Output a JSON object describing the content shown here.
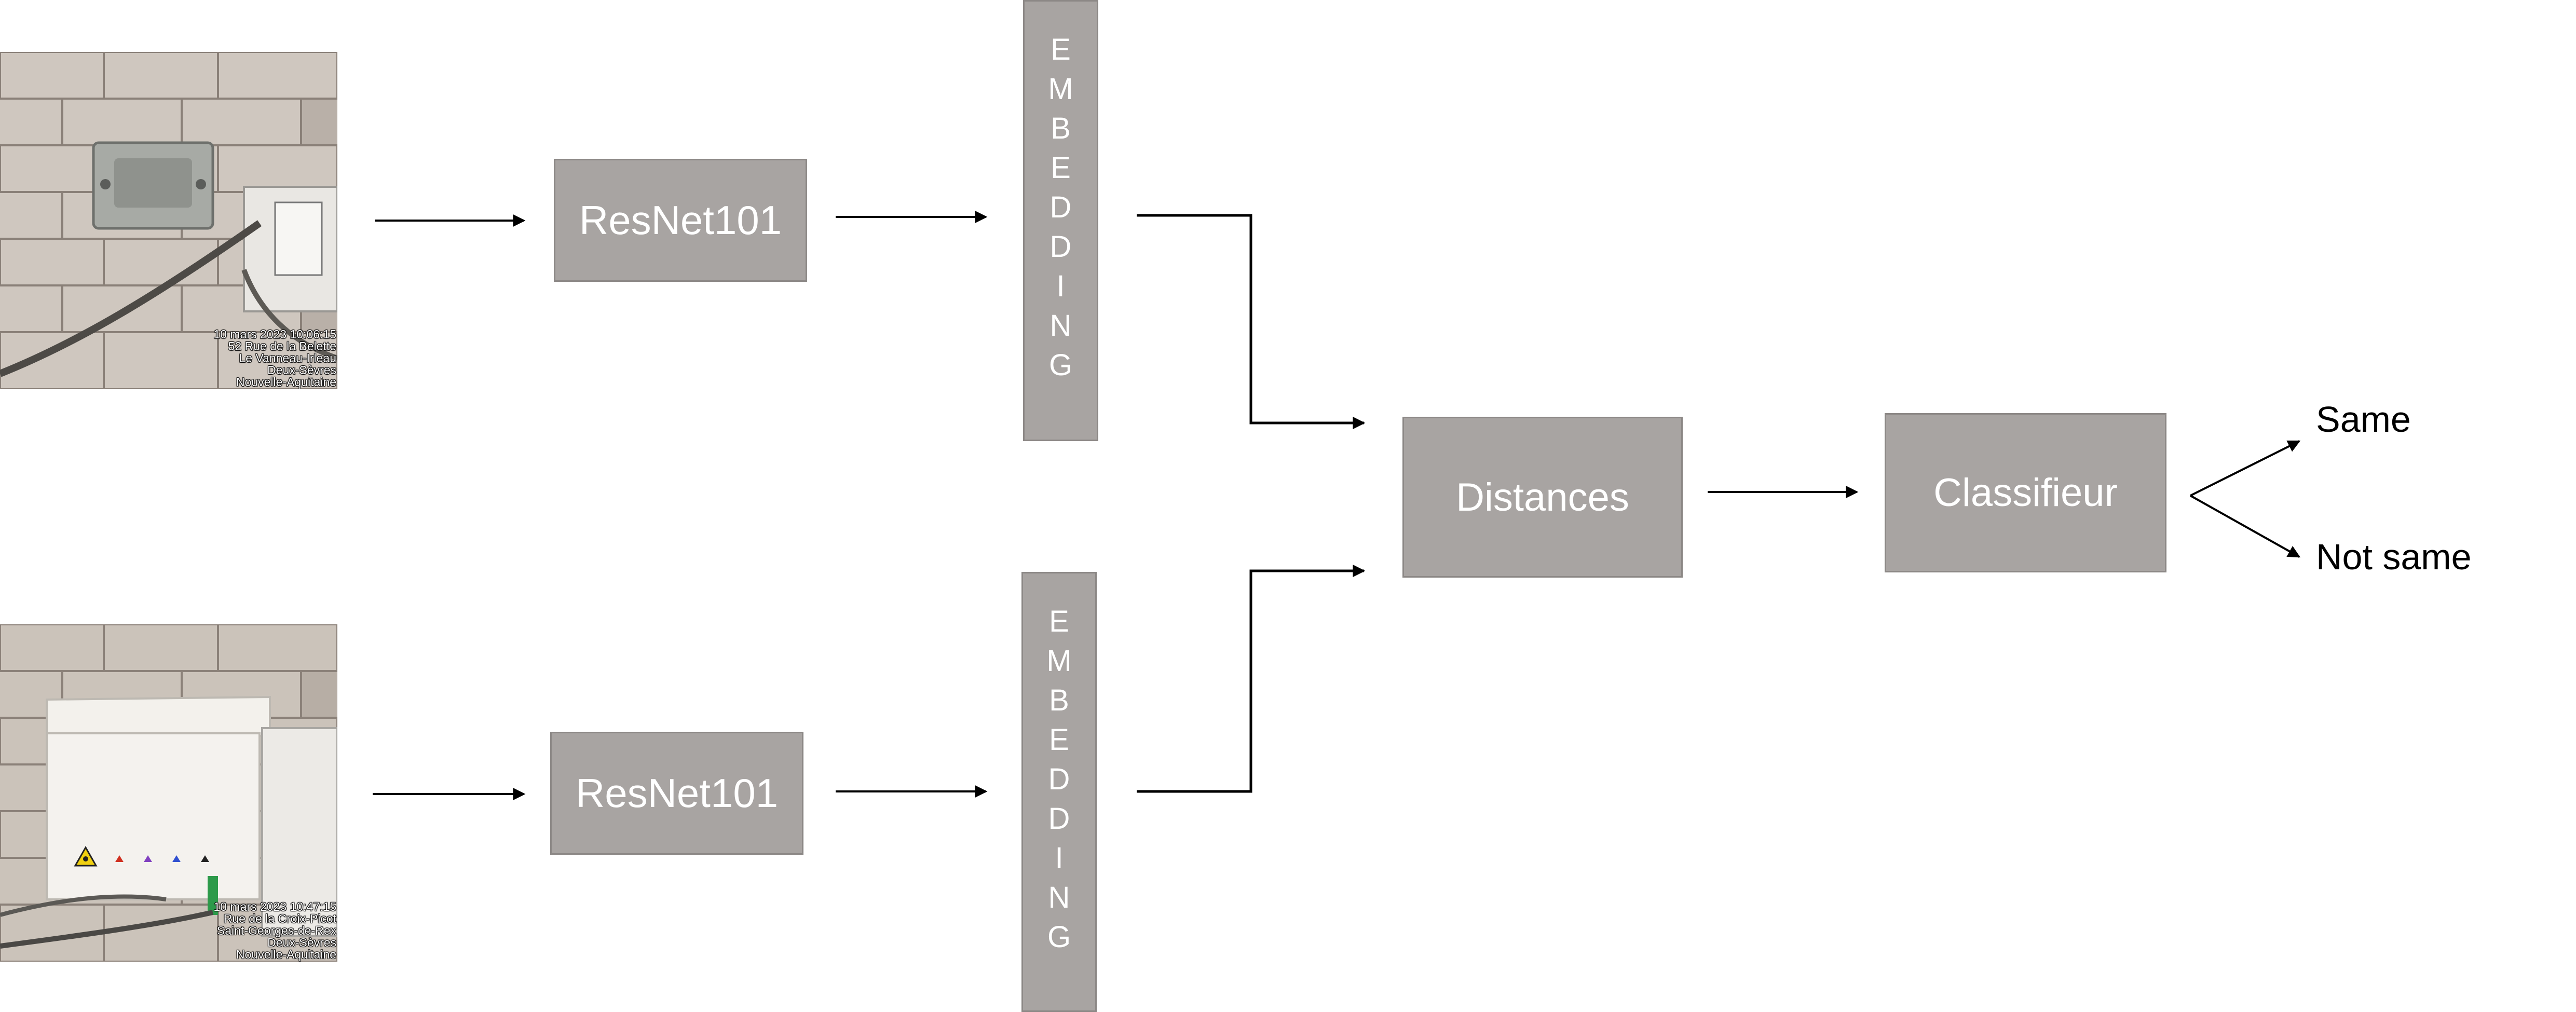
{
  "photos": [
    {
      "stamp": [
        "10 mars 2023 10:06:15",
        "52 Rue de la Belette",
        "Le Vanneau-Irleau",
        "Deux-Sèvres",
        "Nouvelle-Aquitaine"
      ]
    },
    {
      "stamp": [
        "10 mars 2023 10:47:15",
        "Rue de la Croix-Picot",
        "Saint-Georges-de-Rex",
        "Deux-Sèvres",
        "Nouvelle-Aquitaine"
      ]
    }
  ],
  "blocks": {
    "backbone_top": "ResNet101",
    "backbone_bottom": "ResNet101",
    "embedding_top": "EMBEDDING",
    "embedding_bottom": "EMBEDDING",
    "distances": "Distances",
    "classifier": "Classifieur"
  },
  "outputs": {
    "same": "Same",
    "not_same": "Not same"
  },
  "colors": {
    "block_fill": "#a8a4a2",
    "block_border": "#8c8886",
    "block_text": "#ffffff",
    "arrow": "#000000"
  }
}
